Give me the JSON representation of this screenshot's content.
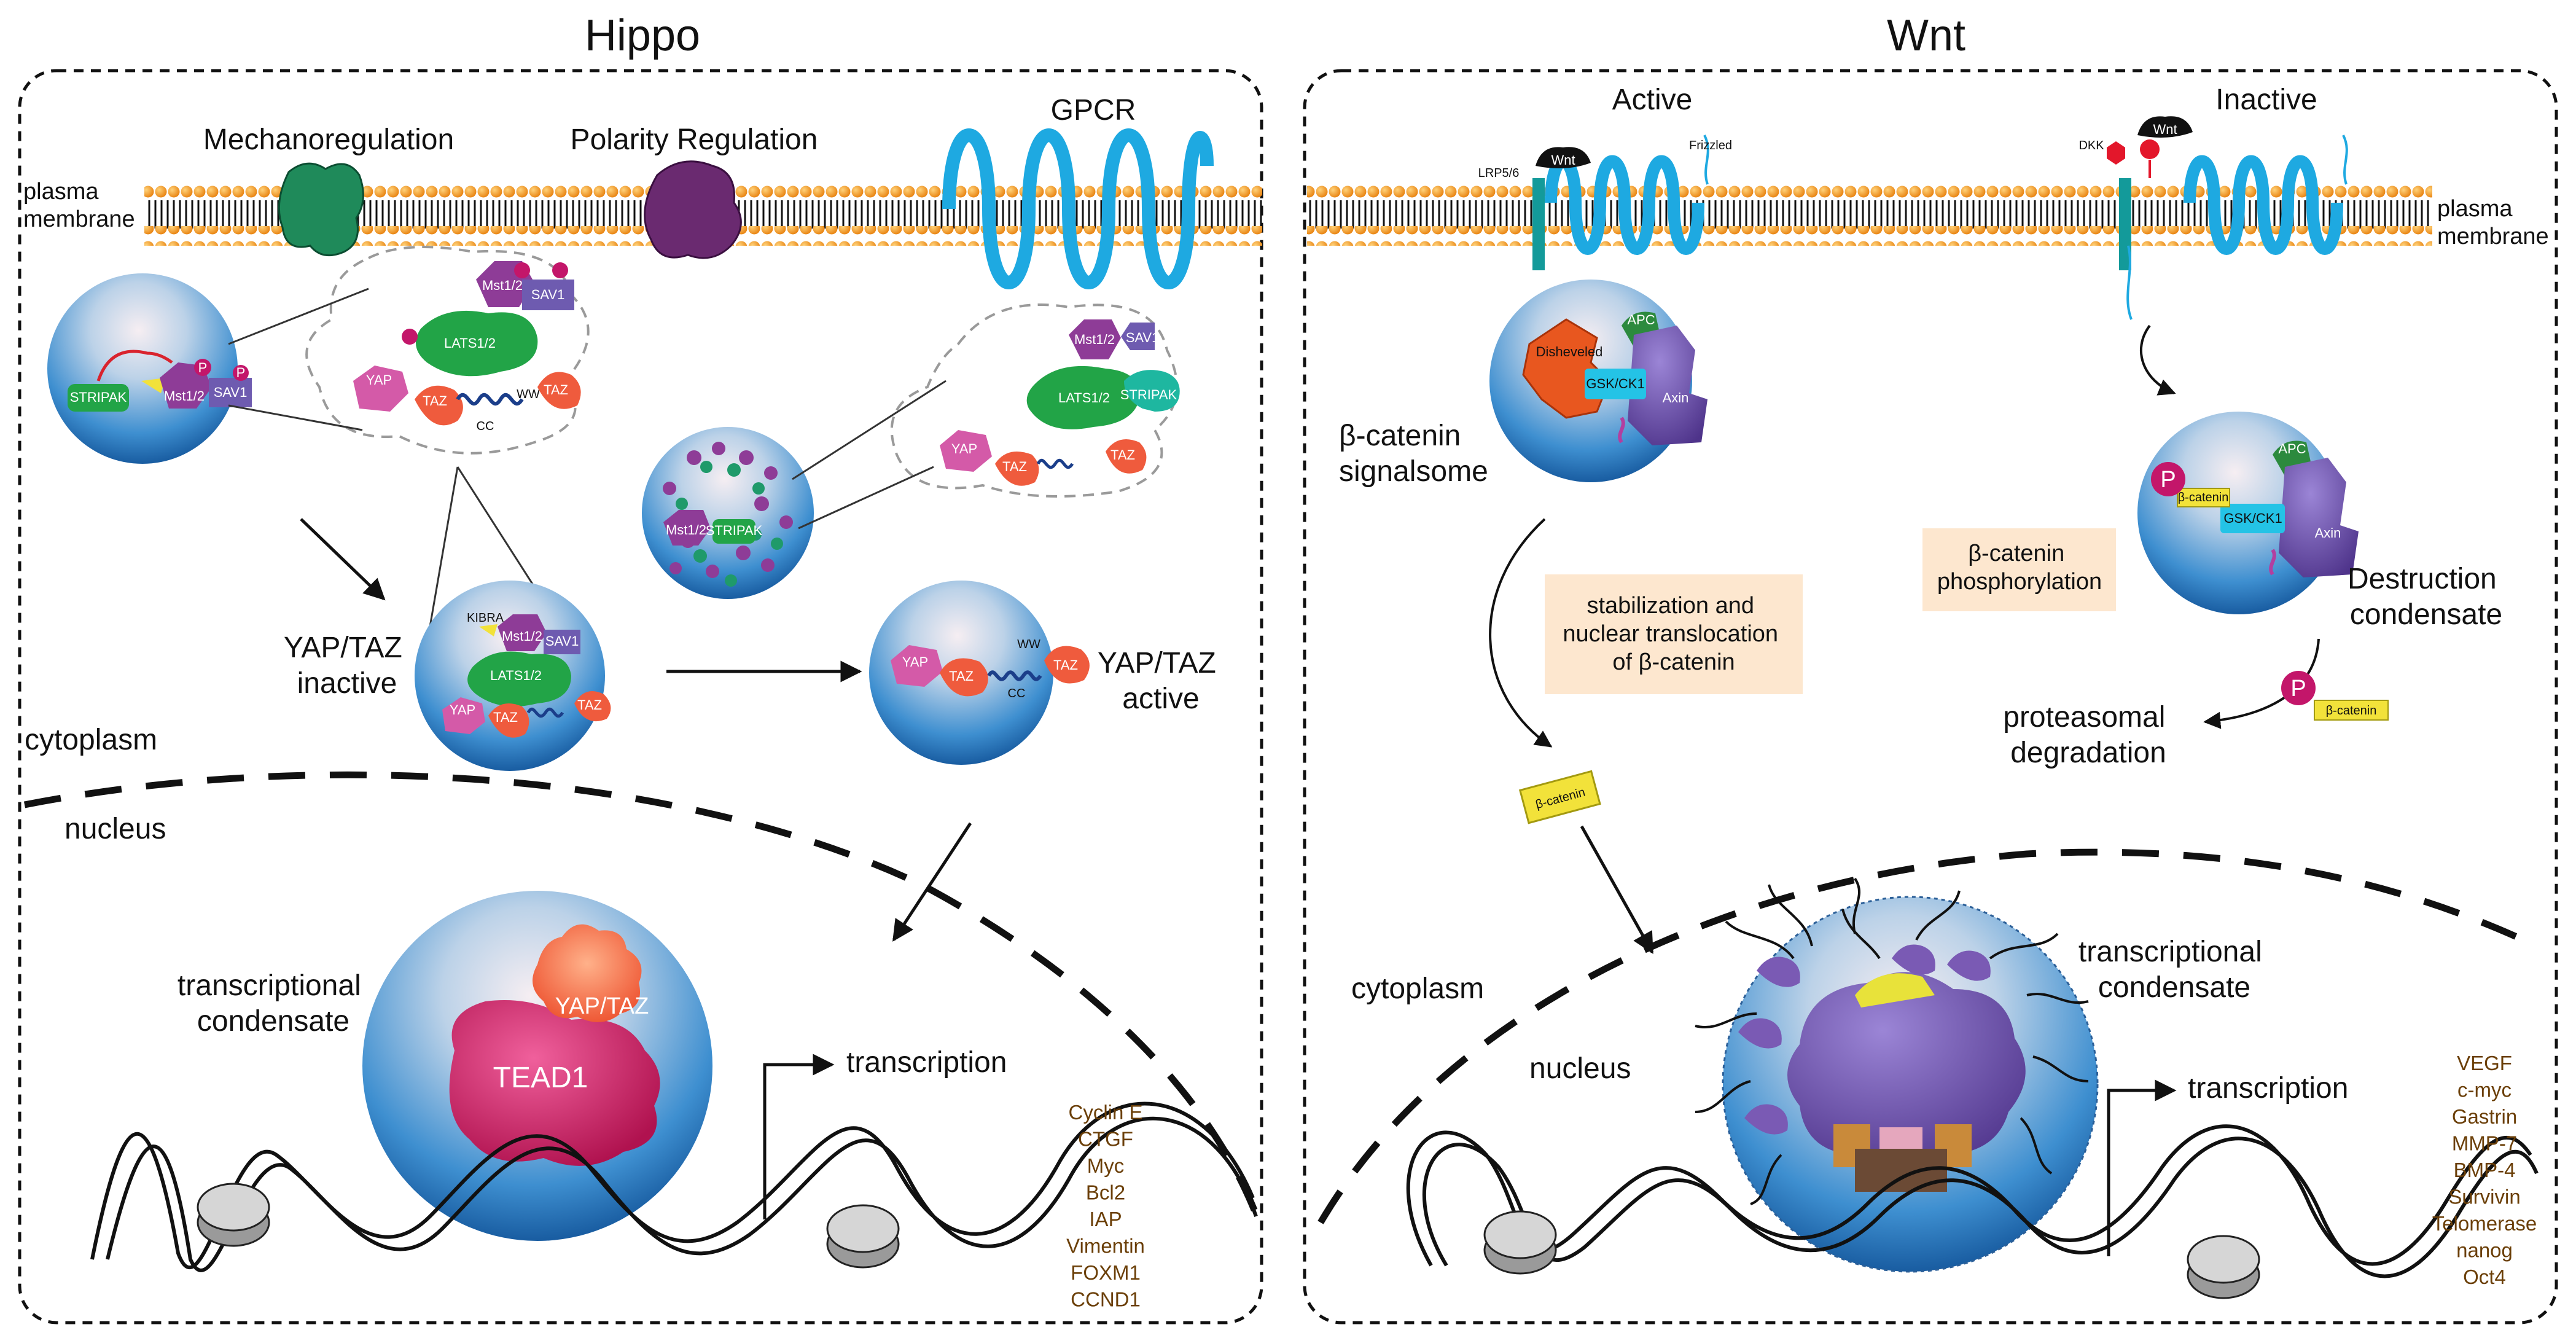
{
  "hippo": {
    "title": "Hippo",
    "mechanoregulation": "Mechanoregulation",
    "polarity": "Polarity Regulation",
    "gpcr": "GPCR",
    "membrane": [
      "plasma",
      "membrane"
    ],
    "yaptaz_inactive": [
      "YAP/TAZ",
      "inactive"
    ],
    "yaptaz_active": [
      "YAP/TAZ",
      "active"
    ],
    "cytoplasm": "cytoplasm",
    "nucleus": "nucleus",
    "condensate": [
      "transcriptional",
      "condensate"
    ],
    "transcription": "transcription",
    "proteins": {
      "mst": "Mst1/2",
      "sav": "SAV1",
      "lats": "LATS1/2",
      "yap": "YAP",
      "taz": "TAZ",
      "stripak": "STRIPAK",
      "kibra": "KIBRA",
      "ww": "WW",
      "cc": "CC",
      "p": "P",
      "tead": "TEAD1",
      "yaptaz": "YAP/TAZ"
    },
    "genes": [
      "Cyclin E",
      "CTGF",
      "Myc",
      "Bcl2",
      "IAP",
      "Vimentin",
      "FOXM1",
      "CCND1"
    ]
  },
  "wnt": {
    "title": "Wnt",
    "active": "Active",
    "inactive": "Inactive",
    "lrp": "LRP5/6",
    "wnt": "Wnt",
    "frizzled": "Frizzled",
    "dkk": "DKK",
    "membrane": [
      "plasma",
      "membrane"
    ],
    "signalsome": [
      "β-catenin",
      "signalsome"
    ],
    "destruction": [
      "Destruction",
      "condensate"
    ],
    "stabilization_box": [
      "stabilization and",
      "nuclear translocation",
      "of β-catenin"
    ],
    "phosphorylation_box": [
      "β-catenin",
      "phosphorylation"
    ],
    "degradation": [
      "proteasomal",
      "degradation"
    ],
    "cytoplasm": "cytoplasm",
    "nucleus": "nucleus",
    "condensate": [
      "transcriptional",
      "condensate"
    ],
    "transcription": "transcription",
    "proteins": {
      "disheveled": "Disheveled",
      "apc": "APC",
      "gsk": "GSK/CK1",
      "axin": "Axin",
      "bcat": "β-catenin",
      "p": "P"
    },
    "genes": [
      "VEGF",
      "c-myc",
      "Gastrin",
      "MMP-7",
      "BMP-4",
      "Survivin",
      "Telomerase",
      "nanog",
      "Oct4"
    ]
  },
  "colors": {
    "sphere": "#3c8ed0",
    "membrane_bead": "#f59a1c",
    "gpcr": "#1ea9e1",
    "lats": "#22a447",
    "mst": "#8e3c97",
    "sav": "#6e5bb0",
    "yap": "#d45aa8",
    "taz": "#ef5b3d",
    "tead": "#d81f72",
    "bcat": "#f2e23a",
    "axin": "#6b4ca4",
    "textbox": "#fde7cf",
    "gene_text": "#6b3f08"
  }
}
